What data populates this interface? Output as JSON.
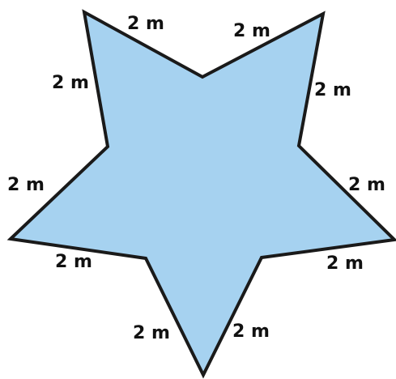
{
  "figure": {
    "shape": "five-pointed star",
    "fill_color": "#a6d2f0",
    "stroke_color": "#1a1a1a",
    "side_labels": [
      "2 m",
      "2 m",
      "2 m",
      "2 m",
      "2 m",
      "2 m",
      "2 m",
      "2 m",
      "2 m",
      "2 m"
    ]
  }
}
